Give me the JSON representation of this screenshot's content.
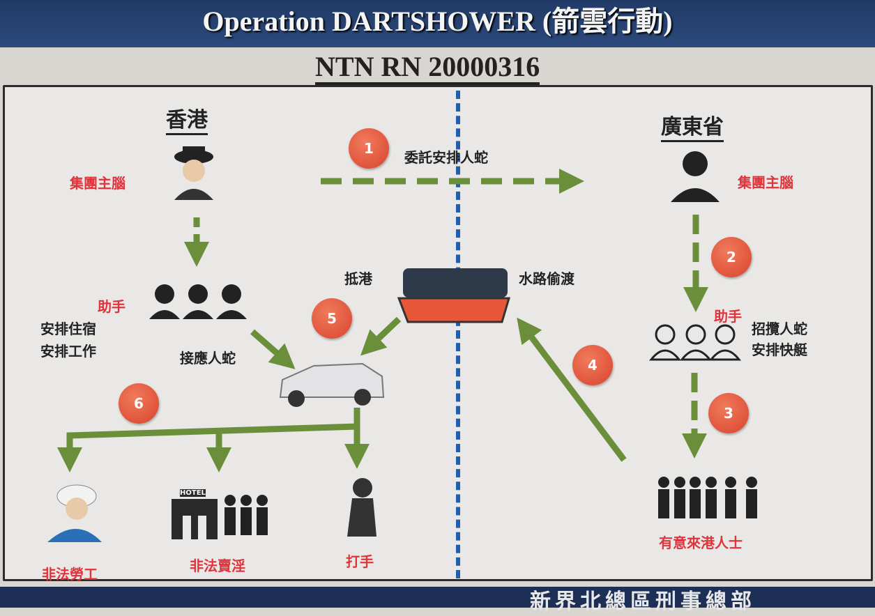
{
  "header": {
    "title": "Operation DARTSHOWER (箭雲行動)",
    "reference": "NTN RN 20000316"
  },
  "regions": {
    "left": "香港",
    "right": "廣東省"
  },
  "labels": {
    "hk_boss": "集團主腦",
    "gd_boss": "集團主腦",
    "hk_helper": "助手",
    "gd_helper": "助手",
    "hk_helper_tasks": [
      "安排住宿",
      "安排工作"
    ],
    "gd_helper_tasks": [
      "招攬人蛇",
      "安排快艇"
    ],
    "step1": "委託安排人蛇",
    "arrive": "抵港",
    "smuggle": "水路偷渡",
    "receive": "接應人蛇",
    "illegal_labour": "非法勞工",
    "prostitution": "非法賣淫",
    "thug": "打手",
    "migrants": "有意來港人士",
    "hotel": "HOTEL"
  },
  "steps": [
    "1",
    "2",
    "3",
    "4",
    "5",
    "6"
  ],
  "footer": "新界北總區刑事總部",
  "colors": {
    "arrow": "#6b8e3a",
    "badge": "#e0503a",
    "accent_red": "#e0343c",
    "divider": "#1f5fae",
    "header": "#223a66"
  }
}
